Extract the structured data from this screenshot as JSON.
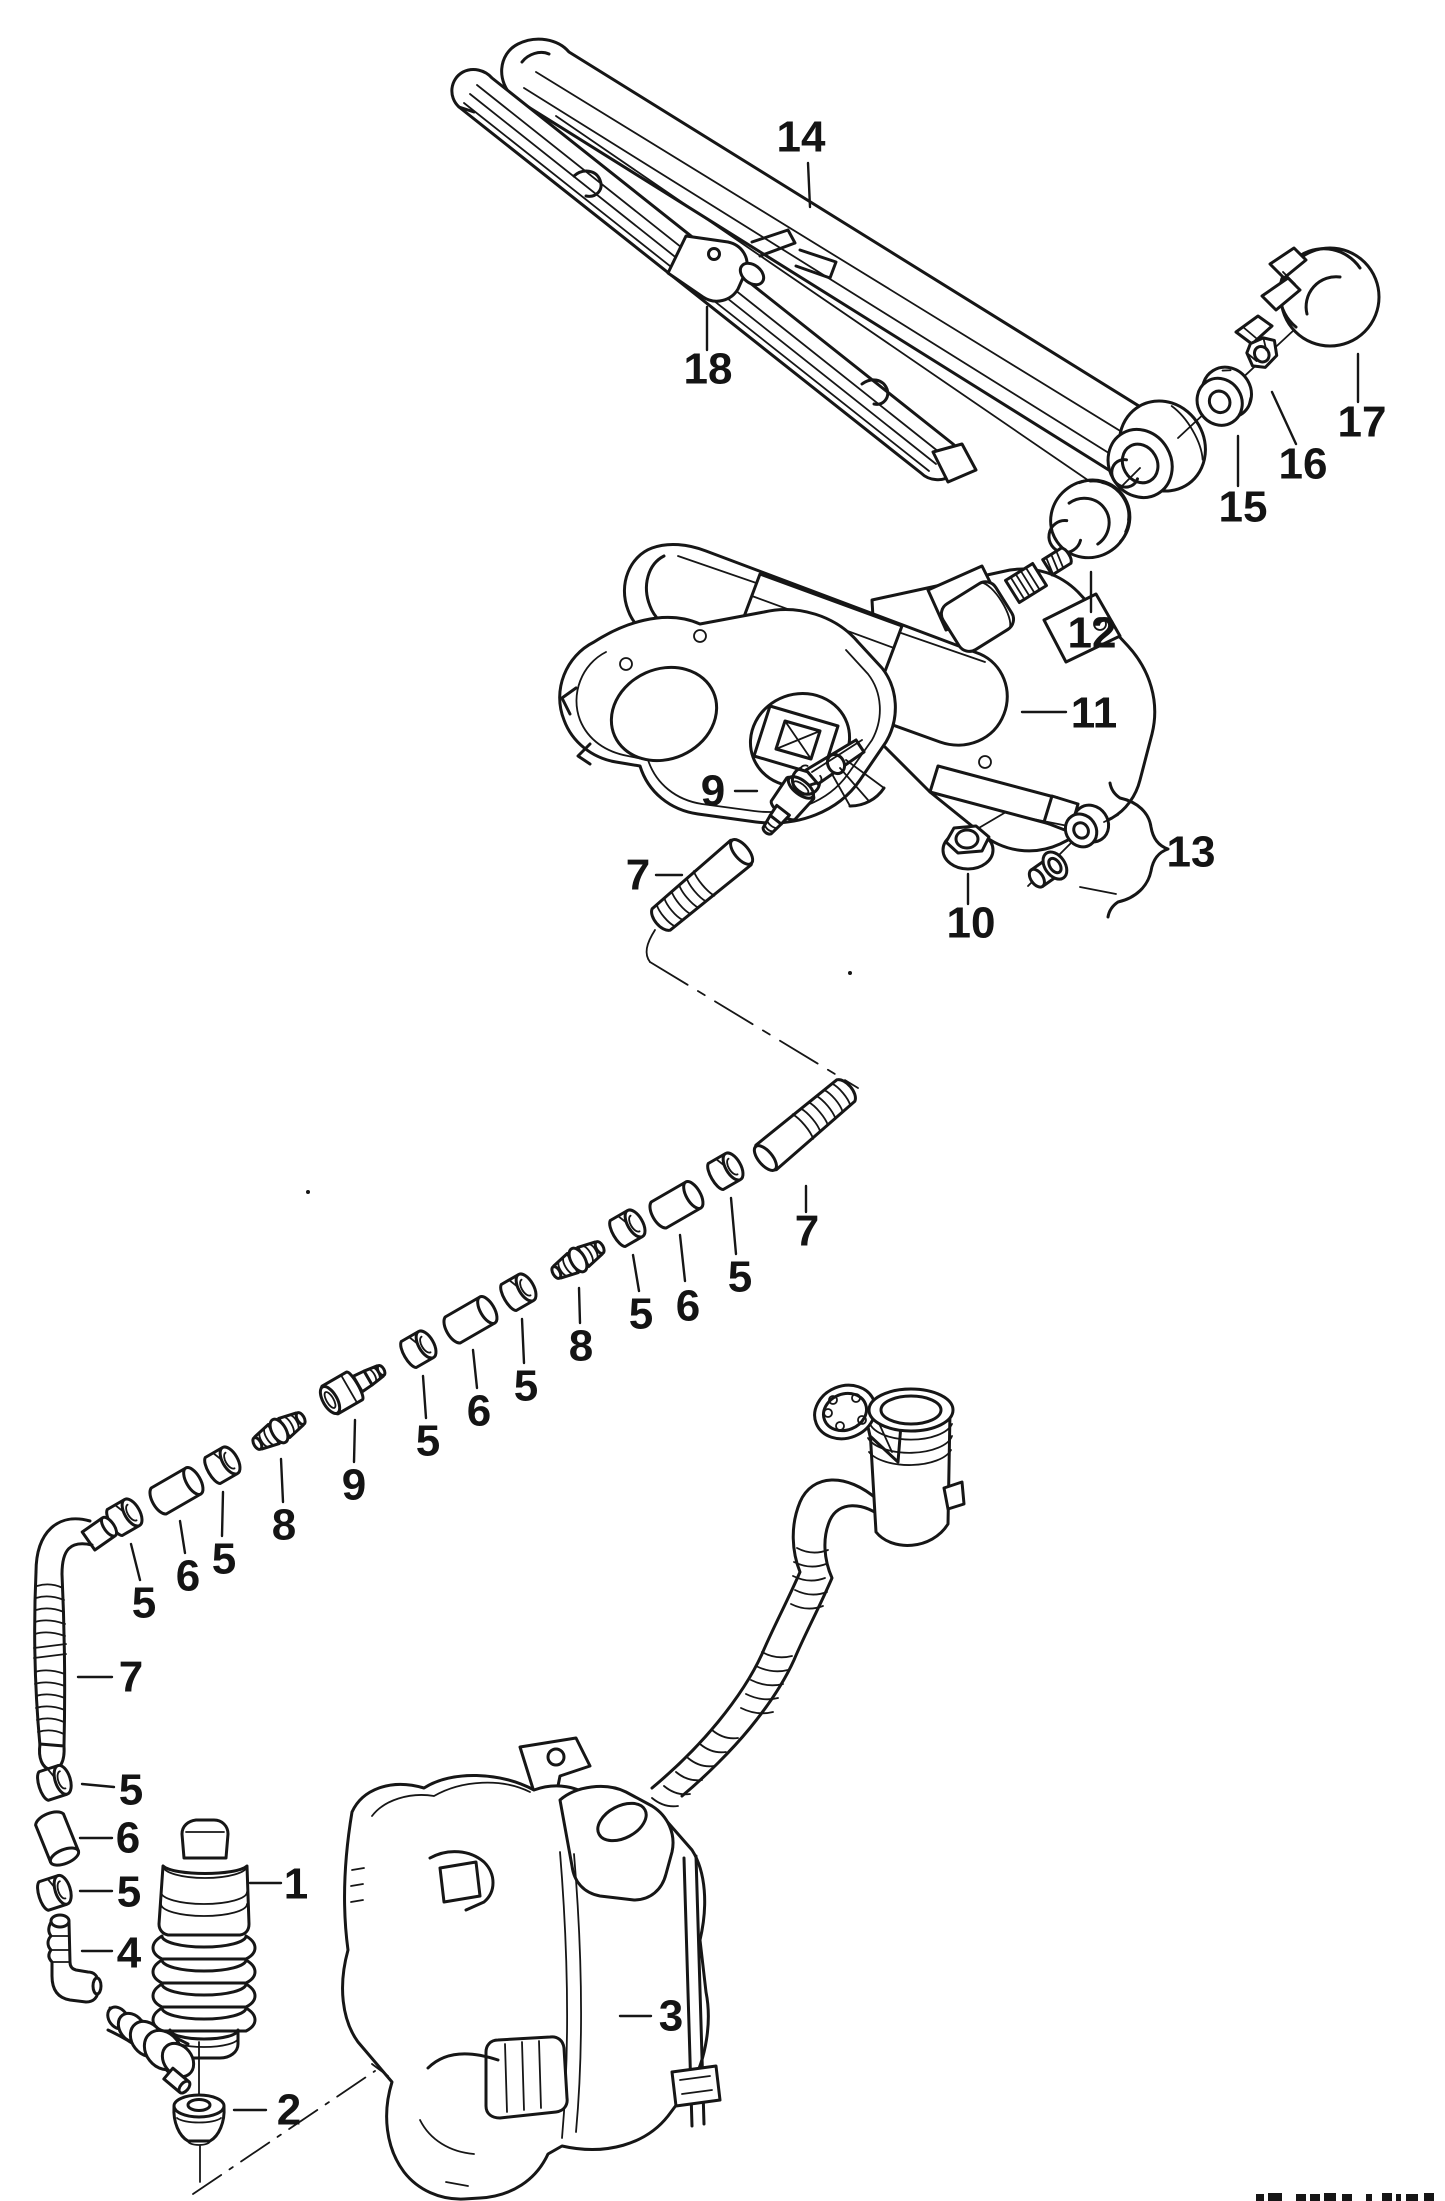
{
  "figure": {
    "background": "#ffffff",
    "line_color": "#161616",
    "description_type": "exploded-parts-diagram",
    "callouts": [
      "14",
      "18",
      "15",
      "16",
      "17",
      "12",
      "11",
      "9",
      "7",
      "10",
      "13",
      "7",
      "5",
      "6",
      "5",
      "8",
      "5",
      "6",
      "5",
      "9",
      "8",
      "5",
      "6",
      "5",
      "7",
      "5",
      "6",
      "5",
      "4",
      "1",
      "2",
      "3"
    ]
  }
}
